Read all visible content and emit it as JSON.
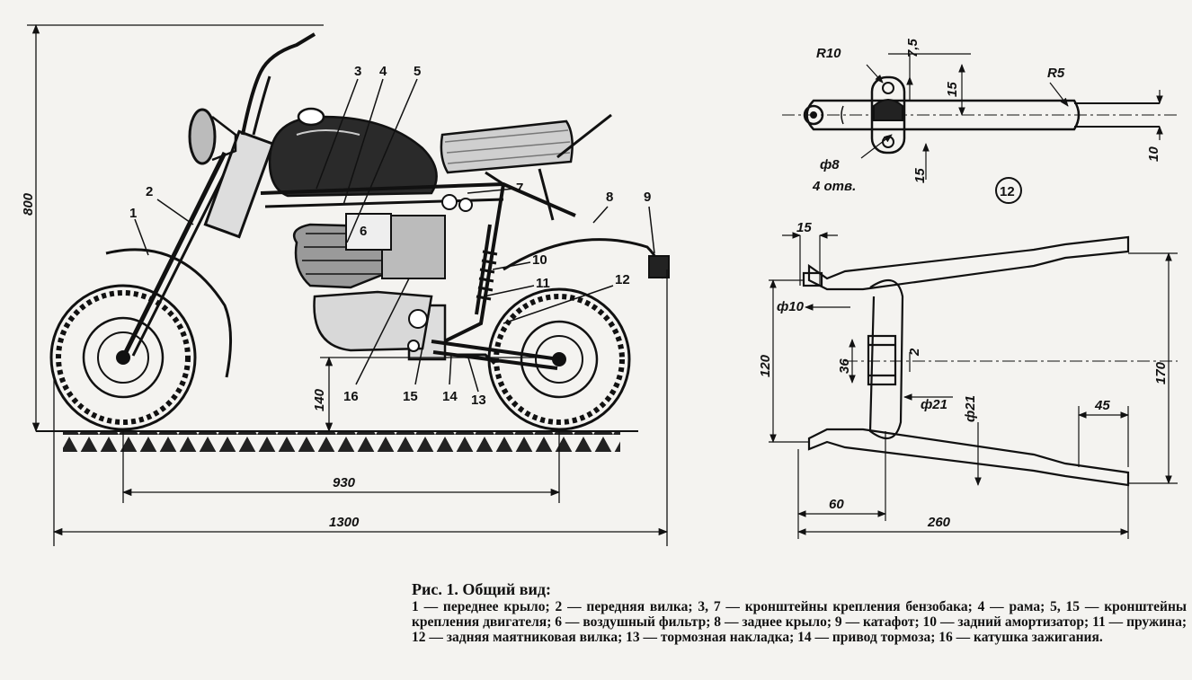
{
  "main_drawing": {
    "part_numbers": [
      "1",
      "2",
      "3",
      "4",
      "5",
      "6",
      "7",
      "8",
      "9",
      "10",
      "11",
      "12",
      "13",
      "14",
      "15",
      "16"
    ],
    "dims": {
      "height": "800",
      "seat_clearance": "140",
      "wheelbase": "930",
      "length": "1300"
    }
  },
  "detail_12": {
    "label": "12",
    "dims": {
      "r10": "R10",
      "d7_5": "7,5",
      "d15_top": "15",
      "r5": "R5",
      "d10": "10",
      "hole": "ф8",
      "hole_note": "4 отв.",
      "d15_bottom": "15"
    }
  },
  "swingarm": {
    "dims": {
      "d15": "15",
      "phi10": "ф10",
      "d120": "120",
      "d36": "36",
      "d2": "2",
      "phi21a": "ф21",
      "phi21b": "ф21",
      "d170": "170",
      "d45": "45",
      "d60": "60",
      "d260": "260"
    }
  },
  "caption": {
    "title": "Рис. 1. Общий вид:",
    "text": "1 — переднее крыло; 2 — передняя вилка; 3, 7 — кронштейны крепления бензобака; 4 — рама; 5, 15 — кронштейны крепления двигателя; 6 — воздушный фильтр; 8 — заднее крыло; 9 — катафот; 10 — задний амортизатор; 11 — пружина; 12 — задняя маятниковая вилка; 13 — тормозная накладка; 14 — привод тормоза; 16 — катушка зажигания."
  }
}
